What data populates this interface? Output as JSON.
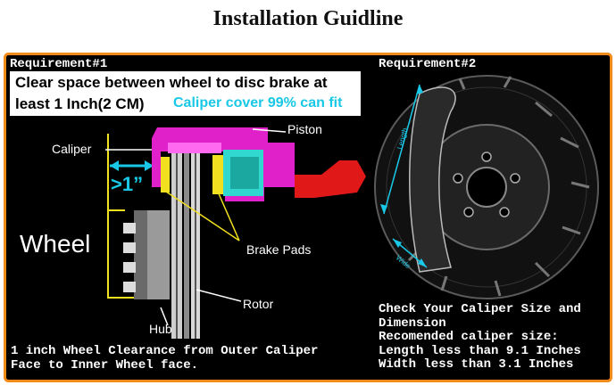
{
  "title": "Installation Guidline",
  "req1": {
    "heading": "Requirement#1",
    "clearance_line1": "Clear space between wheel to disc brake at",
    "clearance_line2": "least 1 Inch(2 CM)",
    "caliper_cover": "Caliper cover 99% can fit",
    "labels": {
      "caliper": "Caliper",
      "piston": "Piston",
      "gap": ">1”",
      "wheel": "Wheel",
      "brake_pads": "Brake Pads",
      "rotor": "Rotor",
      "hub": "Hub"
    },
    "note_line1": "1 inch Wheel Clearance from Outer Caliper",
    "note_line2": "Face to Inner Wheel face."
  },
  "req2": {
    "heading": "Requirement#2",
    "length_label": "Length",
    "wide_label": "Wide",
    "notes": [
      "Check Your Caliper Size and",
      "Dimension",
      "Recomended caliper size:",
      "Length less than 9.1 Inches",
      "Width less than 3.1 Inches"
    ]
  },
  "colors": {
    "frame_border": "#f28a1a",
    "accent_cyan": "#19c8e6",
    "caliper_magenta": "#e020c8",
    "pad_yellow": "#f0e020",
    "brake_line_red": "#e01818"
  }
}
